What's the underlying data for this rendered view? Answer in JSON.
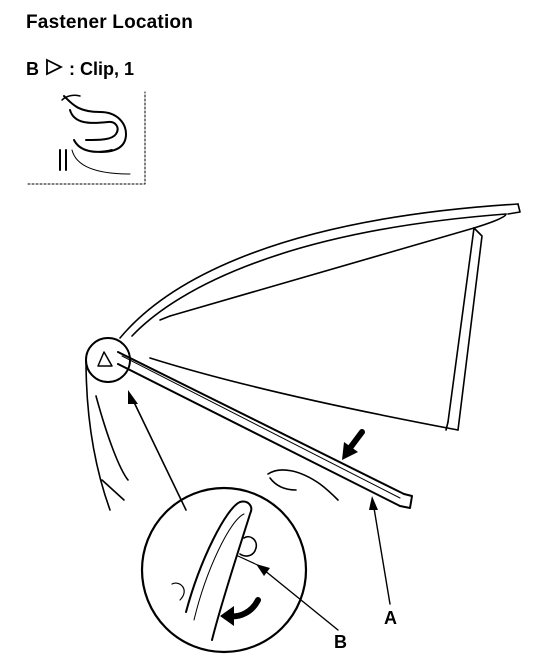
{
  "heading": "Fastener Location",
  "fastener": {
    "letter": "B",
    "symbol": "triangle-outline-icon",
    "description": ": Clip, 1"
  },
  "callouts": {
    "a": "A",
    "b": "B"
  }
}
